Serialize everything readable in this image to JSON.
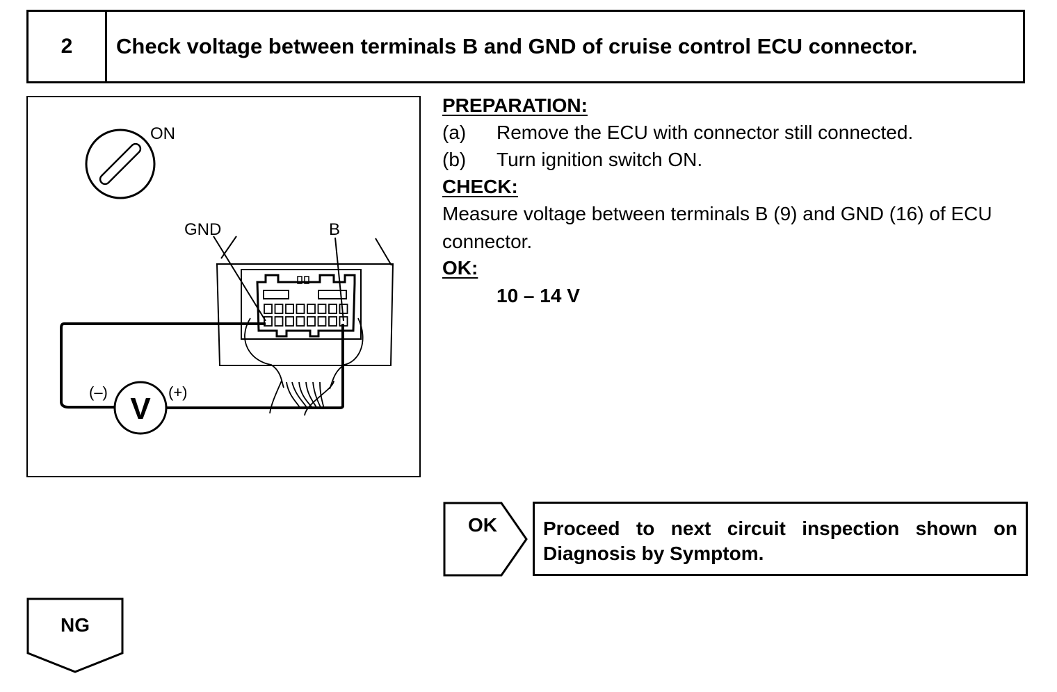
{
  "step": {
    "number": "2",
    "title": "Check voltage between terminals B and GND of cruise control ECU connector."
  },
  "illustration": {
    "ignition_label": "ON",
    "gnd_label": "GND",
    "b_label": "B",
    "minus_label": "(–)",
    "plus_label": "(+)",
    "meter_label": "V"
  },
  "preparation": {
    "heading": "PREPARATION:",
    "items": [
      {
        "label": "(a)",
        "text": "Remove the ECU with connector still connected."
      },
      {
        "label": "(b)",
        "text": "Turn ignition switch ON."
      }
    ]
  },
  "check": {
    "heading": "CHECK:",
    "line1": "Measure voltage between terminals B (9) and GND (16) of ECU",
    "line2": "connector."
  },
  "ok": {
    "heading": "OK:",
    "value": "10 – 14 V"
  },
  "ok_branch": {
    "label": "OK",
    "result_words": [
      "Proceed",
      "to",
      "next",
      "circuit",
      "inspection",
      "shown",
      "on"
    ],
    "result_line2": "Diagnosis by Symptom."
  },
  "ng_branch": {
    "label": "NG"
  }
}
